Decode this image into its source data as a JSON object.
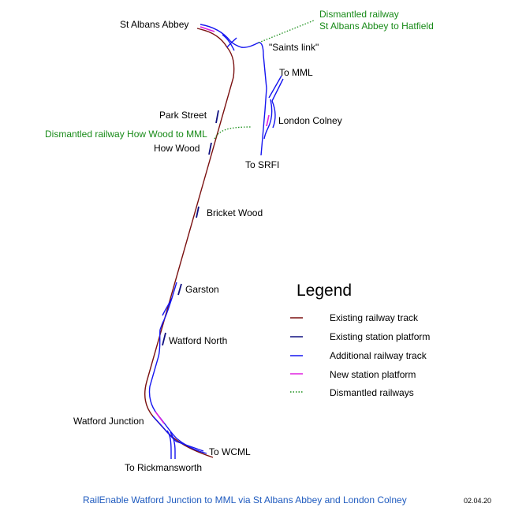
{
  "colors": {
    "existing_track": "#7a1010",
    "existing_platform": "#101080",
    "additional_track": "#1515f0",
    "new_platform": "#e020e0",
    "dismantled": "#1a8f1a",
    "label_green": "#178a17",
    "caption_blue": "#1f5bbf"
  },
  "stations": {
    "st_albans_abbey": "St Albans Abbey",
    "park_street": "Park Street",
    "how_wood": "How Wood",
    "bricket_wood": "Bricket Wood",
    "garston": "Garston",
    "watford_north": "Watford North",
    "watford_junction": "Watford Junction",
    "london_colney": "London Colney"
  },
  "destinations": {
    "to_mml": "To MML",
    "to_srfi": "To SRFI",
    "to_wcml": "To WCML",
    "to_rickmansworth": "To Rickmansworth",
    "saints_link": "\"Saints link\""
  },
  "dismantled": {
    "hatfield_line1": "Dismantled railway",
    "hatfield_line2": "St Albans Abbey to Hatfield",
    "howwood": "Dismantled railway How Wood to MML"
  },
  "legend": {
    "title": "Legend",
    "items": [
      {
        "label": "Existing railway track",
        "color": "#7a1010",
        "style": "solid"
      },
      {
        "label": "Existing station platform",
        "color": "#101080",
        "style": "solid"
      },
      {
        "label": "Additional railway track",
        "color": "#1515f0",
        "style": "solid"
      },
      {
        "label": "New station platform",
        "color": "#e020e0",
        "style": "solid"
      },
      {
        "label": "Dismantled railways",
        "color": "#1a8f1a",
        "style": "dotted"
      }
    ]
  },
  "caption": "RailEnable  Watford Junction to MML via St Albans Abbey and London Colney",
  "date": "02.04.20"
}
